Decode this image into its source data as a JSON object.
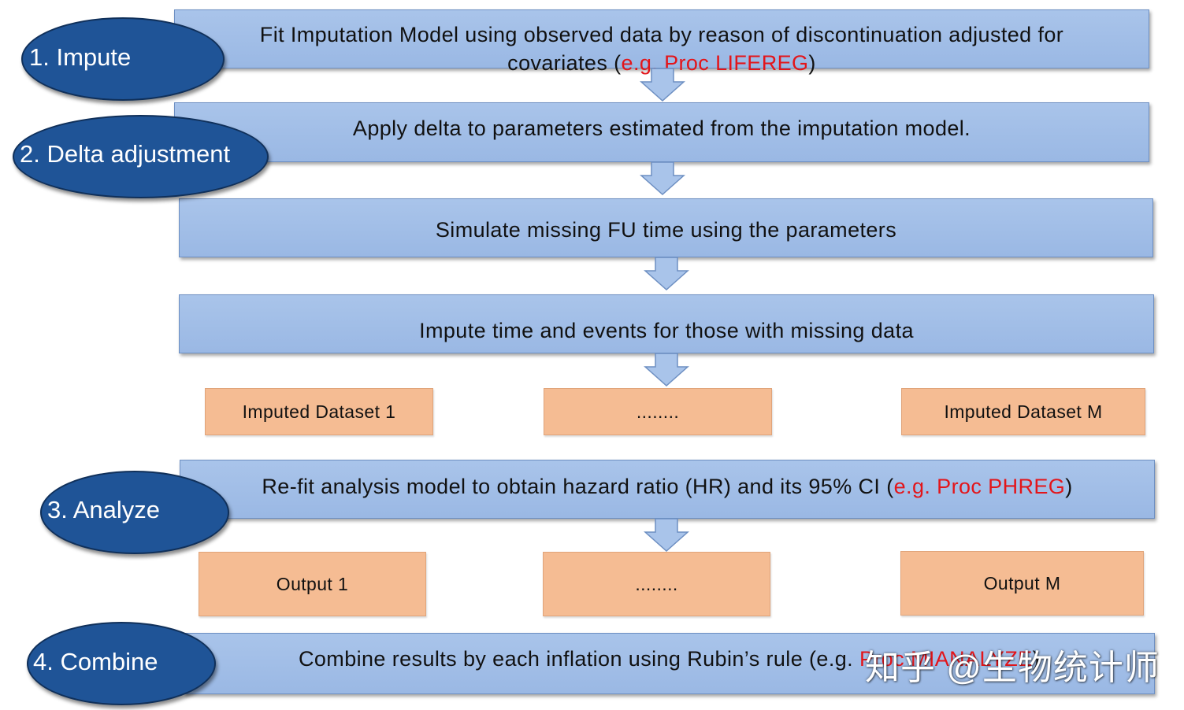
{
  "steps": {
    "impute": "1. Impute",
    "delta": "2. Delta adjustment",
    "analyze": "3. Analyze",
    "combine": "4. Combine"
  },
  "bars": {
    "fit_line1": "Fit Imputation Model using observed data by reason of discontinuation adjusted for",
    "fit_line2_pre": "covariates  (",
    "fit_line2_red": "e.g. Proc LIFEREG",
    "fit_line2_post": ")",
    "apply_delta": "Apply delta to parameters estimated from the imputation model.",
    "simulate": "Simulate missing FU time using the parameters",
    "impute_time": "Impute time and events for those with missing data",
    "refit_pre": "Re-fit analysis model to obtain hazard ratio (HR) and its 95% CI (",
    "refit_red": "e.g. Proc PHREG",
    "refit_post": ")",
    "combine_pre": "Combine results by each inflation using Rubin’s rule (e.g. ",
    "combine_red": "Proc MIANALYZE",
    "combine_post": ")"
  },
  "datasets": {
    "first": "Imputed Dataset 1",
    "middle": "........",
    "last": "Imputed Dataset M"
  },
  "outputs": {
    "first": "Output 1",
    "middle": "........",
    "last": "Output M"
  },
  "watermark": "知乎 @生物统计师",
  "colors": {
    "bar_fill": "#a9c4ea",
    "oval_fill": "#1f5497",
    "box_fill": "#f5bc93",
    "highlight": "#e3151a"
  }
}
